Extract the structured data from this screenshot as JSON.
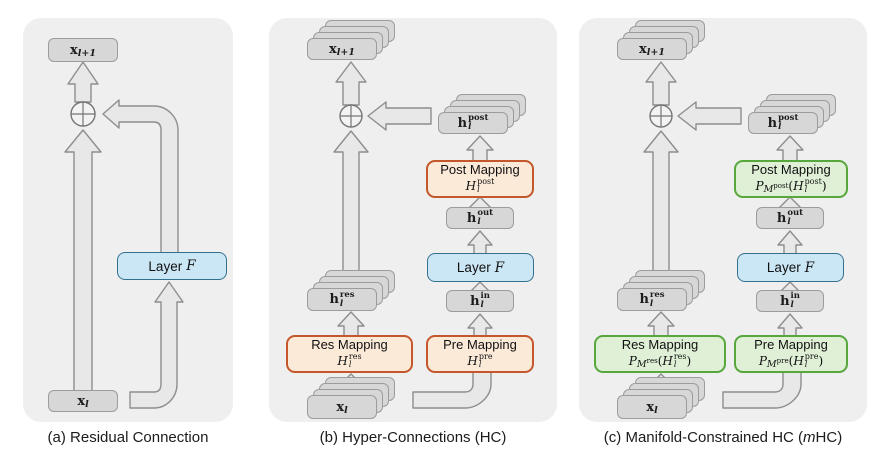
{
  "colors": {
    "panel_bg": "#efefef",
    "box_fill": "#d7d7d7",
    "box_border": "#9c9c9c",
    "arrow_fill": "#e8e8e8",
    "arrow_border": "#8e8e8e",
    "layer_fill": "#cbe6f4",
    "layer_border": "#34718f",
    "hc_fill": "#fcead9",
    "hc_border": "#c4572c",
    "mhc_fill": "#dff0d6",
    "mhc_border": "#57a73c"
  },
  "icons": {
    "sum": "circled-plus"
  },
  "panel_a": {
    "caption": "(a) Residual Connection",
    "x_out": {
      "base": "x",
      "sub": "l+1"
    },
    "x_in": {
      "base": "x",
      "sub": "l"
    },
    "layer": {
      "label": "Layer",
      "math": "F"
    }
  },
  "panel_b": {
    "caption": "(b) Hyper-Connections (HC)",
    "x_out": {
      "base": "x",
      "sub": "l+1"
    },
    "x_in": {
      "base": "x",
      "sub": "l"
    },
    "h_post": {
      "base": "h",
      "sub": "l",
      "sup": "post"
    },
    "h_res": {
      "base": "h",
      "sub": "l",
      "sup": "res"
    },
    "h_out": {
      "base": "h",
      "sub": "l",
      "sup": "out"
    },
    "h_in": {
      "base": "h",
      "sub": "l",
      "sup": "in"
    },
    "layer": {
      "label": "Layer",
      "math": "F"
    },
    "post_mapping": {
      "title": "Post Mapping",
      "math": {
        "h": "H",
        "sub": "l",
        "sup": "post"
      }
    },
    "res_mapping": {
      "title": "Res Mapping",
      "math": {
        "h": "H",
        "sub": "l",
        "sup": "res"
      }
    },
    "pre_mapping": {
      "title": "Pre Mapping",
      "math": {
        "h": "H",
        "sub": "l",
        "sup": "pre"
      }
    }
  },
  "panel_c": {
    "caption": {
      "pre": "(c) Manifold-Constrained HC (",
      "emph": "m",
      "post": "HC)"
    },
    "x_out": {
      "base": "x",
      "sub": "l+1"
    },
    "x_in": {
      "base": "x",
      "sub": "l"
    },
    "h_post": {
      "base": "h",
      "sub": "l",
      "sup": "post"
    },
    "h_res": {
      "base": "h",
      "sub": "l",
      "sup": "res"
    },
    "h_out": {
      "base": "h",
      "sub": "l",
      "sup": "out"
    },
    "h_in": {
      "base": "h",
      "sub": "l",
      "sup": "in"
    },
    "layer": {
      "label": "Layer",
      "math": "F"
    },
    "post_mapping": {
      "title": "Post Mapping",
      "math": {
        "p": "P",
        "m": "M",
        "m_sup": "post",
        "open": "(",
        "h": "H",
        "sub": "l",
        "sup": "post",
        "close": ")"
      }
    },
    "res_mapping": {
      "title": "Res Mapping",
      "math": {
        "p": "P",
        "m": "M",
        "m_sup": "res",
        "open": "(",
        "h": "H",
        "sub": "l",
        "sup": "res",
        "close": ")"
      }
    },
    "pre_mapping": {
      "title": "Pre Mapping",
      "math": {
        "p": "P",
        "m": "M",
        "m_sup": "pre",
        "open": "(",
        "h": "H",
        "sub": "l",
        "sup": "pre",
        "close": ")"
      }
    }
  }
}
